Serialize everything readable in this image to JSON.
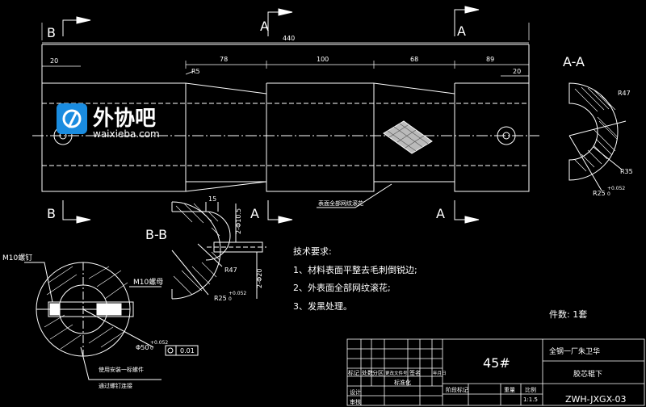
{
  "section_labels": {
    "b_top": "B",
    "a_top_mid": "A",
    "a_top_right": "A",
    "b_bottom": "B",
    "a_bottom_mid": "A",
    "a_bottom_right": "A",
    "aa_title": "A-A",
    "bb_title": "B-B"
  },
  "dimensions": {
    "overall": "440",
    "left_end": "20",
    "seg1": "78",
    "seg2": "100",
    "seg3": "68",
    "seg4": "89",
    "right_end": "20",
    "fillet": "R5",
    "aa_r47": "R47",
    "aa_r35": "R35",
    "aa_r25": "R25",
    "aa_r25_tol": "+0.052",
    "aa_r25_tol_low": "0",
    "bb_15": "15",
    "bb_2x105": "2-Φ10.5",
    "bb_2x20": "2-Φ20",
    "bb_r47": "R47",
    "bb_r25": "R25",
    "bb_r25_tol": "+0.052",
    "bb_r25_tol_low": "0",
    "det_phi50": "Φ50",
    "det_tol": "+0.052",
    "det_tol_low": "0",
    "det_flatness": "0.01"
  },
  "annotations": {
    "knurl": "表面全部网纹滚花",
    "m10_screw": "M10螺钉",
    "m10_nut": "M10螺母",
    "note_line1": "使用安装一标螺件",
    "note_line2": "通过螺钉连接"
  },
  "technical_requirements": {
    "title": "技术要求:",
    "items": [
      "1、材料表面平整去毛刺倒锐边;",
      "2、外表面全部网纹滚花;",
      "3、发黑处理。"
    ]
  },
  "quantity": "件数: 1套",
  "title_block": {
    "material": "45#",
    "company": "全钢一厂朱卫华",
    "part_name": "胶芯辊下",
    "drawing_no": "ZWH-JXGX-03",
    "scale": "1:1.5",
    "headers": [
      "标记",
      "处数",
      "分区",
      "更改文件号",
      "签名",
      "年月日"
    ],
    "designer": "设计",
    "standard": "标准化",
    "stage": "阶段标记",
    "weight": "重量",
    "scale_label": "比例",
    "reviewer": "审核"
  },
  "logo": {
    "name": "外协吧",
    "url": "waixieba.com",
    "brand_color": "#1a8ce0"
  }
}
